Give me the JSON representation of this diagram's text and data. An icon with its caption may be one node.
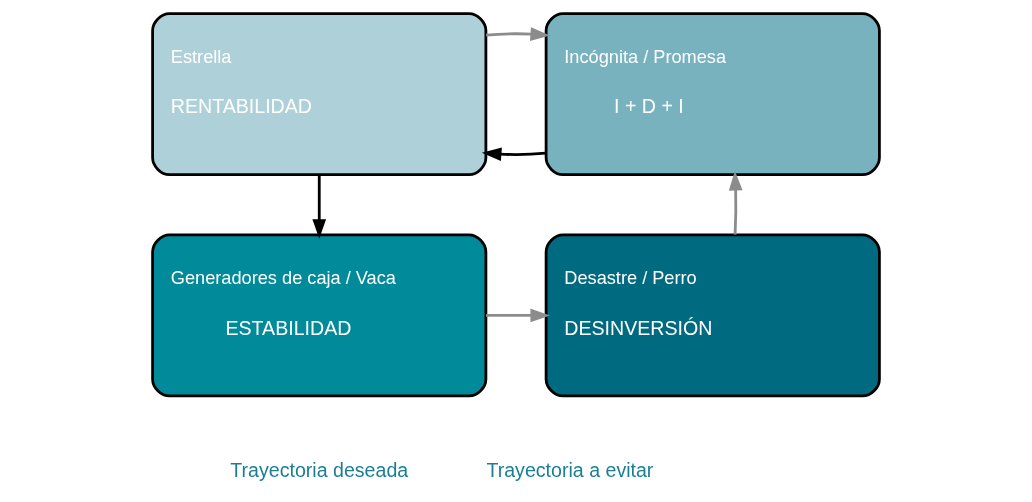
{
  "diagram": {
    "nodes": [
      {
        "text": [
          "Estrella",
          "RENTABILIDAD"
        ]
      },
      {
        "text": [
          "Incógnita / Promesa",
          "I + D + I"
        ]
      },
      {
        "text": [
          "Generadores de caja / Vaca",
          "ESTABILIDAD"
        ]
      },
      {
        "text": [
          "Desastre / Perro",
          "DESINVERSIÓN"
        ]
      }
    ],
    "edges": [
      {
        "from": 1,
        "to": 0,
        "arrow": "to",
        "color": "#000000"
      },
      {
        "from": 0,
        "to": 1,
        "arrow": "to",
        "color": "#8c8c8c"
      },
      {
        "from": 0,
        "to": 2,
        "arrow": "to",
        "color": "#000000"
      },
      {
        "from": 2,
        "to": 3,
        "arrow": "to",
        "color": "#8c8c8c"
      },
      {
        "from": 3,
        "to": 1,
        "arrow": "to",
        "color": "#8c8c8c"
      }
    ],
    "legend": [
      {
        "text": "Trayectoria deseada"
      },
      {
        "text": "Trayectoria a evitar"
      }
    ]
  }
}
